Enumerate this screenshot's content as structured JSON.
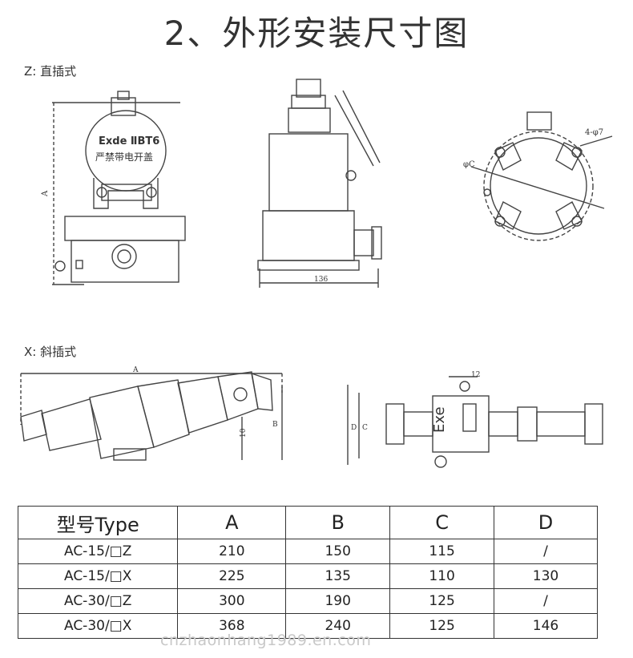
{
  "title": "2、外形安装尺寸图",
  "section_z": {
    "label": "Z: 直插式"
  },
  "section_x": {
    "label": "X: 斜插式"
  },
  "drawing_z": {
    "front_text_line1": "Exde ⅡBT6",
    "front_text_line2": "严禁带电开盖",
    "dim_a": "A",
    "dim_136": "136",
    "dim_phi_c": "φC",
    "dim_holes": "4-φ7"
  },
  "drawing_x": {
    "dim_a": "A",
    "dim_b": "B",
    "dim_10": "10",
    "dim_12": "12",
    "dim_c": "C",
    "dim_d": "D",
    "exe_text": "Exe"
  },
  "table": {
    "headers": [
      "型号Type",
      "A",
      "B",
      "C",
      "D"
    ],
    "rows": [
      [
        "AC-15/□Z",
        "210",
        "150",
        "115",
        "/"
      ],
      [
        "AC-15/□X",
        "225",
        "135",
        "110",
        "130"
      ],
      [
        "AC-30/□Z",
        "300",
        "190",
        "125",
        "/"
      ],
      [
        "AC-30/□X",
        "368",
        "240",
        "125",
        "146"
      ]
    ]
  },
  "watermark": "cnzhaonhang1989.en.com"
}
